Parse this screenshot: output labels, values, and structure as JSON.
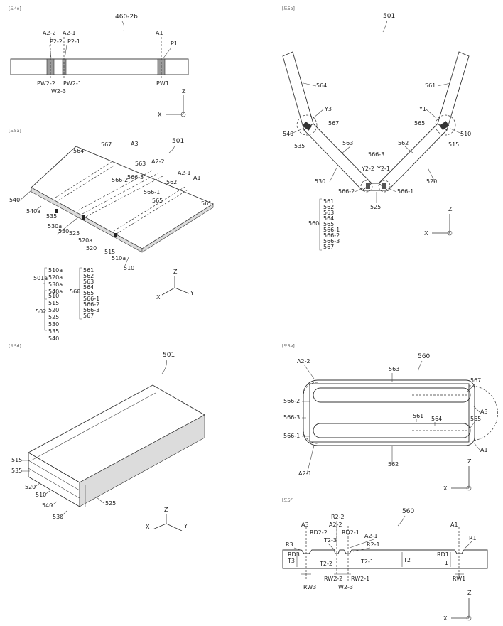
{
  "fig4e": {
    "header": "[도4e]",
    "ref": "460-2b",
    "labels": [
      "A2-2",
      "A2-1",
      "P2-2",
      "P2-1",
      "A1",
      "P1",
      "PW2-2",
      "PW2-1",
      "W2-3",
      "PW1"
    ],
    "axes": {
      "z": "Z",
      "x": "X"
    }
  },
  "fig5a": {
    "header": "[도5a]",
    "ref": "501",
    "labels": [
      "564",
      "567",
      "A3",
      "563",
      "A2-2",
      "A2-1",
      "566-2",
      "566-3",
      "562",
      "A1",
      "566-1",
      "565",
      "561",
      "540",
      "540a",
      "535",
      "530a",
      "530",
      "525",
      "520a",
      "520",
      "515",
      "510a",
      "510"
    ],
    "legend_left": {
      "g1_name": "501a",
      "g1_items": [
        "510a",
        "520a",
        "530a",
        "540a"
      ],
      "g2_name": "502",
      "g2_items": [
        "510",
        "515",
        "520",
        "525",
        "530",
        "535",
        "540"
      ]
    },
    "legend_right": {
      "name": "560",
      "items": [
        "561",
        "562",
        "563",
        "564",
        "565",
        "566-1",
        "566-2",
        "566-3",
        "567"
      ]
    },
    "axes": {
      "z": "Z",
      "x": "X",
      "y": "Y"
    }
  },
  "fig5b": {
    "header": "[도5b]",
    "ref": "501",
    "labels": [
      "564",
      "561",
      "Y3",
      "Y1",
      "567",
      "565",
      "540",
      "535",
      "510",
      "515",
      "563",
      "562",
      "566-3",
      "Y2-2",
      "Y2-1",
      "530",
      "520",
      "566-2",
      "566-1",
      "525"
    ],
    "legend": {
      "name": "560",
      "items": [
        "561",
        "562",
        "563",
        "564",
        "565",
        "566-1",
        "566-2",
        "566-3",
        "567"
      ]
    },
    "axes": {
      "z": "Z",
      "x": "X"
    }
  },
  "fig5d": {
    "header": "[도5d]",
    "ref": "501",
    "labels": [
      "515",
      "535",
      "520",
      "510",
      "540",
      "530",
      "525"
    ],
    "axes": {
      "z": "Z",
      "x": "X",
      "y": "Y"
    }
  },
  "fig5e": {
    "header": "[도5e]",
    "ref": "560",
    "labels": [
      "A2-2",
      "563",
      "567",
      "566-2",
      "A3",
      "566-3",
      "561",
      "564",
      "565",
      "566-1",
      "A1",
      "562",
      "A2-1"
    ],
    "axes": {
      "z": "Z",
      "x": "X"
    }
  },
  "fig5f": {
    "header": "[도5f]",
    "ref": "560",
    "labels": [
      "R2-2",
      "A3",
      "A2-2",
      "RD2-2",
      "RD2-1",
      "A2-1",
      "A1",
      "R1",
      "R3",
      "T2-3",
      "R2-1",
      "RD3",
      "RD1",
      "T3",
      "T2-2",
      "T2-1",
      "T2",
      "T1",
      "RW2-2",
      "RW2-1",
      "RW3",
      "W2-3",
      "RW1"
    ],
    "axes": {
      "z": "Z",
      "x": "X"
    }
  }
}
